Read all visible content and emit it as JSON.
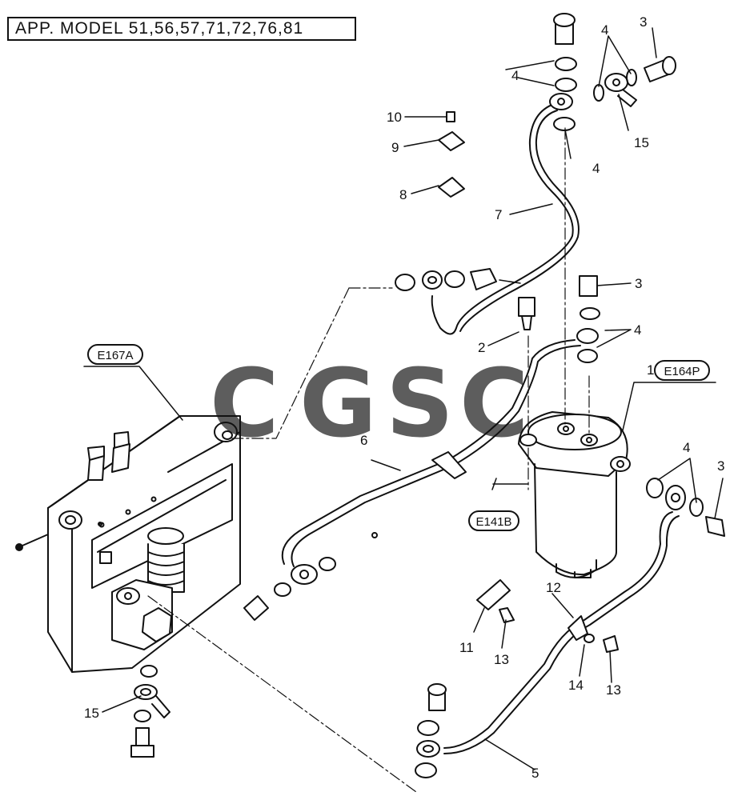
{
  "header": {
    "app_model": "APP. MODEL  51,56,57,71,72,76,81"
  },
  "watermark": {
    "letters": [
      "C",
      "G",
      "S",
      "C"
    ],
    "colors": [
      "#4285F4",
      "#EA4335",
      "#FBBC05",
      "#34A853"
    ]
  },
  "ref_codes": {
    "e167a": "E167A",
    "e164p": "E164P",
    "e141b": "E141B"
  },
  "callouts": {
    "c1": "1",
    "c2": "2",
    "c3a": "3",
    "c3b": "3",
    "c3c": "3",
    "c4a": "4",
    "c4b": "4",
    "c4c": "4",
    "c4d": "4",
    "c4e": "4",
    "c5": "5",
    "c6": "6",
    "c7": "7",
    "c8": "8",
    "c9": "9",
    "c10": "10",
    "c11": "11",
    "c12": "12",
    "c13a": "13",
    "c13b": "13",
    "c14": "14",
    "c15a": "15",
    "c15b": "15"
  }
}
